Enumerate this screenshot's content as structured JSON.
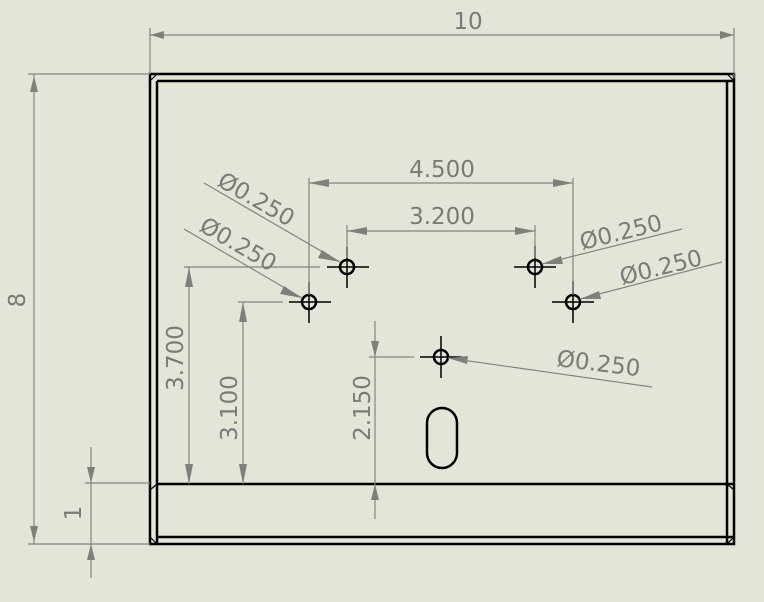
{
  "drawing": {
    "background": "#e4e4d9",
    "part_color": "#000000",
    "dimension_color": "#7a7a78",
    "overall": {
      "width": "10",
      "height": "8",
      "bend_flange": "1"
    },
    "linear_dims": {
      "hole_spacing_outer": "4.500",
      "hole_spacing_inner": "3.200",
      "height_upper_holes": "3.700",
      "height_lower_holes": "3.100",
      "height_center_hole": "2.150"
    },
    "hole_callouts": [
      {
        "id": "upper-left",
        "diameter_symbol": "Ø",
        "value": "0.250"
      },
      {
        "id": "lower-left",
        "diameter_symbol": "Ø",
        "value": "0.250"
      },
      {
        "id": "upper-right",
        "diameter_symbol": "Ø",
        "value": "0.250"
      },
      {
        "id": "lower-right",
        "diameter_symbol": "Ø",
        "value": "0.250"
      },
      {
        "id": "center",
        "diameter_symbol": "Ø",
        "value": "0.250"
      }
    ],
    "features": [
      "slot"
    ]
  }
}
